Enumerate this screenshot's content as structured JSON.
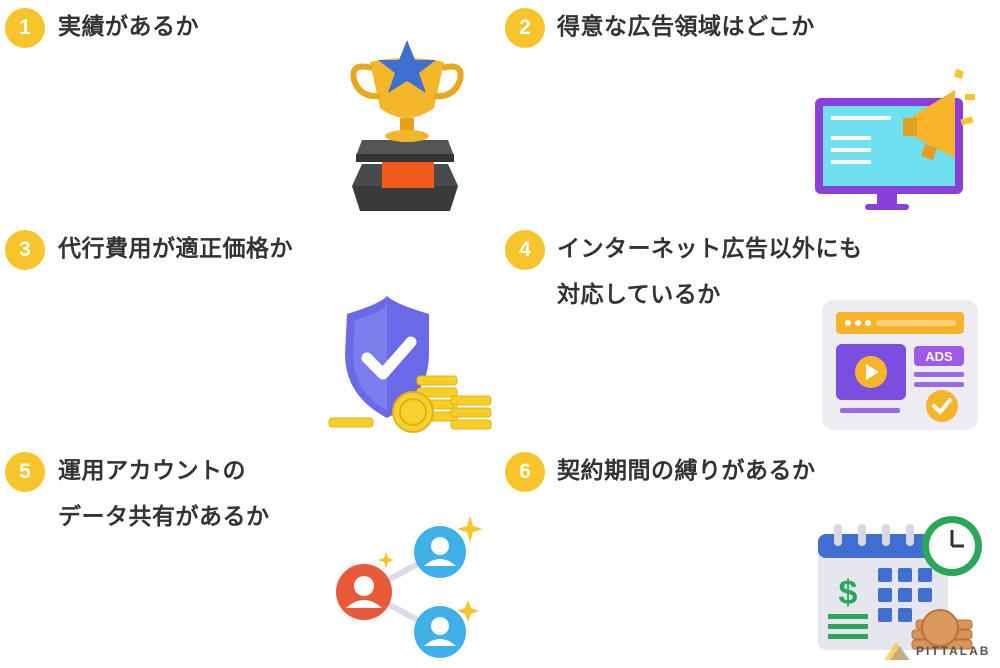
{
  "items": [
    {
      "number": "1",
      "title_lines": [
        "実績があるか"
      ]
    },
    {
      "number": "2",
      "title_lines": [
        "得意な広告領域はどこか"
      ]
    },
    {
      "number": "3",
      "title_lines": [
        "代行費用が適正価格か"
      ]
    },
    {
      "number": "4",
      "title_lines": [
        "インターネット広告以外にも",
        "対応しているか"
      ]
    },
    {
      "number": "5",
      "title_lines": [
        "運用アカウントの",
        "データ共有があるか"
      ]
    },
    {
      "number": "6",
      "title_lines": [
        "契約期間の縛りがあるか"
      ]
    }
  ],
  "illustrations": {
    "item1": "trophy-icon",
    "item2": "monitor-megaphone-icon",
    "item3": "shield-coins-icon",
    "item4": "ads-window-icon",
    "item5": "user-network-icon",
    "item6": "calendar-clock-icon",
    "ads_label": "ADS"
  },
  "logo": {
    "text": "PITTALAB"
  },
  "colors": {
    "badge": "#f7c52b",
    "title": "#333333"
  }
}
